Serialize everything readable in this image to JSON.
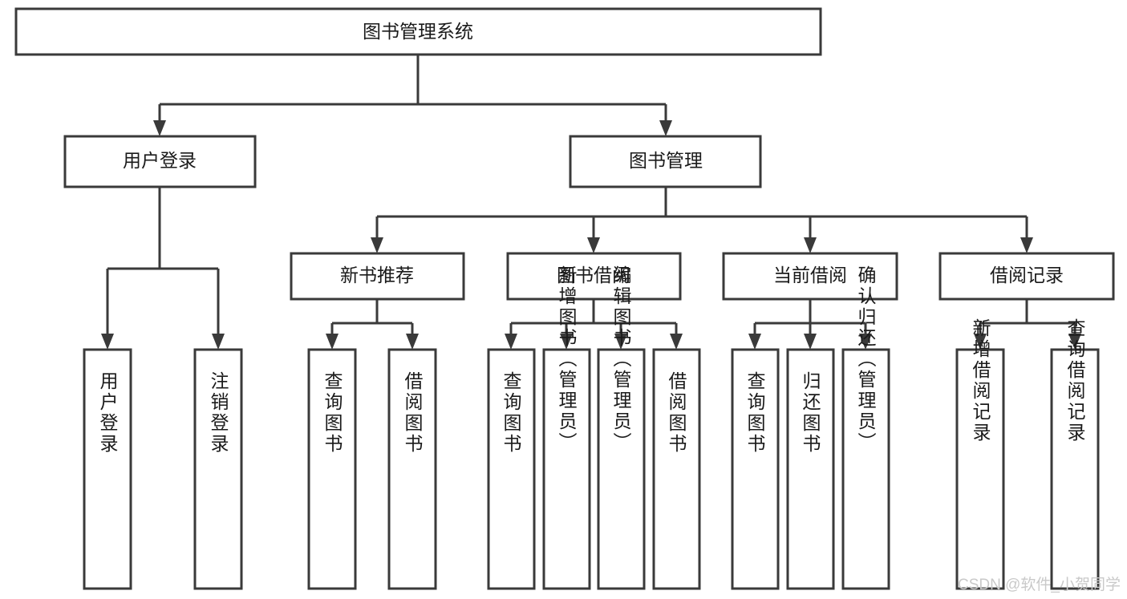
{
  "diagram": {
    "type": "tree-hierarchy",
    "title": "图书管理系统",
    "watermark": "CSDN @软件_小贺同学",
    "colors": {
      "background": "#ffffff",
      "stroke": "#3a3a3a",
      "fill": "#ffffff",
      "text": "#1a1a1a",
      "watermark": "#c9c9c9"
    },
    "levels": {
      "root": {
        "label": "图书管理系统"
      },
      "level2": [
        {
          "label": "用户登录"
        },
        {
          "label": "图书管理"
        }
      ],
      "level3": [
        {
          "label": "新书推荐"
        },
        {
          "label": "图书借阅"
        },
        {
          "label": "当前借阅"
        },
        {
          "label": "借阅记录"
        }
      ]
    },
    "nodes": {
      "root": "图书管理系统",
      "user_login": "用户登录",
      "book_manage": "图书管理",
      "new_book_rec": "新书推荐",
      "book_borrow": "图书借阅",
      "current_borrow": "当前借阅",
      "borrow_record": "借阅记录"
    },
    "leaves": {
      "user_login_children": [
        "用户登录",
        "注销登录"
      ],
      "new_book_rec_children": [
        "查询图书",
        "借阅图书"
      ],
      "book_borrow_children": [
        "查询图书",
        "新增图书（管理员）",
        "编辑图书（管理员）",
        "借阅图书"
      ],
      "current_borrow_children": [
        "查询图书",
        "归还图书",
        "确认归还（管理员）"
      ],
      "borrow_record_children": [
        "新增借阅记录",
        "查询借阅记录"
      ]
    }
  }
}
